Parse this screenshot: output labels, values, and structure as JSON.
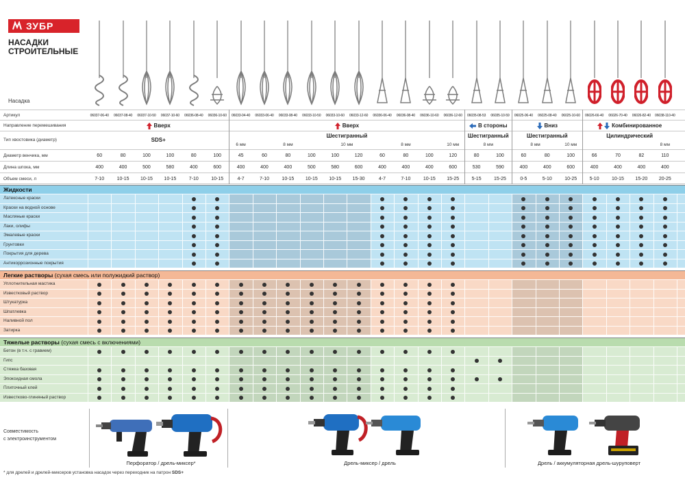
{
  "brand": {
    "name": "ЗУБР",
    "color": "#d8232a"
  },
  "title": {
    "line1": "НАСАДКИ",
    "line2": "СТРОИТЕЛЬНЫЕ"
  },
  "tools_label": "Насадка",
  "spec": {
    "article_label": "Артикул",
    "direction_label": "Направление перемешивания",
    "shank_label": "Тип хвостовика (диаметр)",
    "diameter_label": "Диаметр венчика, мм",
    "length_label": "Длина шпока, мм",
    "volume_label": "Объем смеси, л",
    "articles": [
      "06037-06-40",
      "06037-08-40",
      "06037-10-50",
      "06037-10-60",
      "06036-08-40",
      "06036-10-60",
      "06033-04-40",
      "06033-06-40",
      "06033-08-40",
      "06033-10-50",
      "06033-10-60",
      "06033-12-60",
      "06036-06-40",
      "06036-08-40",
      "06036-10-60",
      "06036-12-60",
      "06035-08-53",
      "06035-10-59",
      "06025-06-40",
      "06025-08-40",
      "06025-10-60",
      "06026-66-40",
      "06026-70-40",
      "06026-82-40",
      "06038-110-40"
    ],
    "diameters": [
      "60",
      "80",
      "100",
      "100",
      "80",
      "100",
      "45",
      "60",
      "80",
      "100",
      "100",
      "120",
      "60",
      "80",
      "100",
      "120",
      "80",
      "100",
      "60",
      "80",
      "100",
      "66",
      "70",
      "82",
      "110"
    ],
    "lengths": [
      "400",
      "400",
      "500",
      "580",
      "400",
      "600",
      "400",
      "400",
      "400",
      "500",
      "580",
      "600",
      "400",
      "400",
      "400",
      "600",
      "530",
      "590",
      "400",
      "400",
      "600",
      "400",
      "400",
      "400",
      "400"
    ],
    "volumes": [
      "7-10",
      "10-15",
      "10-15",
      "10-15",
      "7-10",
      "10-15",
      "4-7",
      "7-10",
      "10-15",
      "10-15",
      "10-15",
      "15-30",
      "4-7",
      "7-10",
      "10-15",
      "15-25",
      "5-15",
      "15-25",
      "0-5",
      "5-10",
      "10-25",
      "5-10",
      "10-15",
      "15-20",
      "20-25"
    ],
    "directions": [
      {
        "label": "Вверх",
        "arrow": "up"
      },
      {
        "label": "Вверх",
        "arrow": "up"
      },
      {
        "label": "В стороны",
        "arrow": "both-sides"
      },
      {
        "label": "Вниз",
        "arrow": "down"
      },
      {
        "label": "Комбинированное",
        "arrow": "up-down"
      }
    ],
    "shanks": [
      "SDS+",
      "Шестигранный",
      "Шестигранный",
      "Шестигранный",
      "Цилиндрический"
    ],
    "shank_subs": [
      "6 мм",
      "8 мм",
      "10 мм",
      "8 мм",
      "10 мм",
      "8 мм",
      "8 мм",
      "10 мм",
      "8 мм"
    ]
  },
  "sections": [
    {
      "title": "Жидкости",
      "subtitle": "",
      "color": "#bfe3f3",
      "head_color": "#8ecfe9",
      "shade_color": "#a9c9da",
      "rows": [
        {
          "label": "Латексные краски",
          "dots": [
            0,
            0,
            0,
            0,
            1,
            1,
            0,
            0,
            0,
            0,
            0,
            0,
            1,
            1,
            1,
            1,
            0,
            0,
            1,
            1,
            1,
            1,
            1,
            1,
            1
          ]
        },
        {
          "label": "Краски на водной основе",
          "dots": [
            0,
            0,
            0,
            0,
            1,
            1,
            0,
            0,
            0,
            0,
            0,
            0,
            1,
            1,
            1,
            1,
            0,
            0,
            1,
            1,
            1,
            1,
            1,
            1,
            1
          ]
        },
        {
          "label": "Масляные краски",
          "dots": [
            0,
            0,
            0,
            0,
            1,
            1,
            0,
            0,
            0,
            0,
            0,
            0,
            1,
            1,
            1,
            1,
            0,
            0,
            1,
            1,
            1,
            1,
            1,
            1,
            1
          ]
        },
        {
          "label": "Лаки, олифы",
          "dots": [
            0,
            0,
            0,
            0,
            1,
            1,
            0,
            0,
            0,
            0,
            0,
            0,
            1,
            1,
            1,
            1,
            0,
            0,
            1,
            1,
            1,
            1,
            1,
            1,
            1
          ]
        },
        {
          "label": "Эмалевые краски",
          "dots": [
            0,
            0,
            0,
            0,
            1,
            1,
            0,
            0,
            0,
            0,
            0,
            0,
            1,
            1,
            1,
            1,
            0,
            0,
            1,
            1,
            1,
            1,
            1,
            1,
            1
          ]
        },
        {
          "label": "Грунтовки",
          "dots": [
            0,
            0,
            0,
            0,
            1,
            1,
            0,
            0,
            0,
            0,
            0,
            0,
            1,
            1,
            1,
            1,
            0,
            0,
            1,
            1,
            1,
            1,
            1,
            1,
            1
          ]
        },
        {
          "label": "Покрытия для дерева",
          "dots": [
            0,
            0,
            0,
            0,
            1,
            1,
            0,
            0,
            0,
            0,
            0,
            0,
            1,
            1,
            1,
            1,
            0,
            0,
            1,
            1,
            1,
            1,
            1,
            1,
            1
          ]
        },
        {
          "label": "Антикоррозионные покрытия",
          "dots": [
            0,
            0,
            0,
            0,
            1,
            1,
            0,
            0,
            0,
            0,
            0,
            0,
            1,
            1,
            1,
            1,
            0,
            0,
            1,
            1,
            1,
            1,
            1,
            1,
            1
          ]
        }
      ]
    },
    {
      "title": "Легкие растворы",
      "subtitle": " (сухая смесь или полужидкий раствор)",
      "color": "#f9d9c6",
      "head_color": "#f4b896",
      "shade_color": "#dcc2b0",
      "rows": [
        {
          "label": "Уплотнительная мастика",
          "dots": [
            1,
            1,
            1,
            1,
            1,
            1,
            1,
            1,
            1,
            1,
            1,
            1,
            1,
            1,
            1,
            1,
            0,
            0,
            0,
            0,
            0,
            0,
            0,
            0,
            0
          ]
        },
        {
          "label": "Известковый раствор",
          "dots": [
            1,
            1,
            1,
            1,
            1,
            1,
            1,
            1,
            1,
            1,
            1,
            1,
            1,
            1,
            1,
            1,
            0,
            0,
            0,
            0,
            0,
            0,
            0,
            0,
            0
          ]
        },
        {
          "label": "Штукатурка",
          "dots": [
            1,
            1,
            1,
            1,
            1,
            1,
            1,
            1,
            1,
            1,
            1,
            1,
            1,
            1,
            1,
            1,
            0,
            0,
            0,
            0,
            0,
            0,
            0,
            0,
            0
          ]
        },
        {
          "label": "Шпатлевка",
          "dots": [
            1,
            1,
            1,
            1,
            1,
            1,
            1,
            1,
            1,
            1,
            1,
            1,
            1,
            1,
            1,
            1,
            0,
            0,
            0,
            0,
            0,
            0,
            0,
            0,
            0
          ]
        },
        {
          "label": "Наливной пол",
          "dots": [
            1,
            1,
            1,
            1,
            1,
            1,
            1,
            1,
            1,
            1,
            1,
            1,
            1,
            1,
            1,
            1,
            0,
            0,
            0,
            0,
            0,
            0,
            0,
            0,
            0
          ]
        },
        {
          "label": "Затирка",
          "dots": [
            1,
            1,
            1,
            1,
            1,
            1,
            1,
            1,
            1,
            1,
            1,
            1,
            1,
            1,
            1,
            1,
            0,
            0,
            0,
            0,
            0,
            0,
            0,
            0,
            0
          ]
        }
      ]
    },
    {
      "title": "Тяжелые растворы",
      "subtitle": " (сухая смесь с включениями)",
      "color": "#d8ebd2",
      "head_color": "#b9dcae",
      "shade_color": "#c2d6bc",
      "rows": [
        {
          "label": "Бетон (в т.ч. с гравием)",
          "dots": [
            1,
            1,
            1,
            1,
            1,
            1,
            1,
            1,
            1,
            1,
            1,
            1,
            1,
            1,
            1,
            1,
            0,
            0,
            0,
            0,
            0,
            0,
            0,
            0,
            0
          ]
        },
        {
          "label": "Гипс",
          "dots": [
            0,
            0,
            0,
            0,
            0,
            0,
            0,
            0,
            0,
            0,
            0,
            0,
            0,
            0,
            0,
            0,
            1,
            1,
            0,
            0,
            0,
            0,
            0,
            0,
            0
          ]
        },
        {
          "label": "Стяжка базовая",
          "dots": [
            1,
            1,
            1,
            1,
            1,
            1,
            1,
            1,
            1,
            1,
            1,
            1,
            1,
            1,
            1,
            1,
            0,
            0,
            0,
            0,
            0,
            0,
            0,
            0,
            0
          ]
        },
        {
          "label": "Эпоксидная смола",
          "dots": [
            1,
            1,
            1,
            1,
            1,
            1,
            1,
            1,
            1,
            1,
            1,
            1,
            1,
            1,
            1,
            1,
            1,
            1,
            0,
            0,
            0,
            0,
            0,
            0,
            0
          ]
        },
        {
          "label": "Плиточный клей",
          "dots": [
            1,
            1,
            1,
            1,
            1,
            1,
            1,
            1,
            1,
            1,
            1,
            1,
            1,
            1,
            1,
            1,
            0,
            0,
            0,
            0,
            0,
            0,
            0,
            0,
            0
          ]
        },
        {
          "label": "Известково-глиняный раствор",
          "dots": [
            1,
            1,
            1,
            1,
            1,
            1,
            1,
            1,
            1,
            1,
            1,
            1,
            1,
            1,
            1,
            1,
            0,
            0,
            0,
            0,
            0,
            0,
            0,
            0,
            0
          ]
        }
      ]
    }
  ],
  "compat": {
    "label_line1": "Совместимость",
    "label_line2": "с электроинструментом",
    "captions": [
      "Перфоратор / дрель-миксер*",
      "Дрель-миксер / дрель",
      "Дрель / аккумуляторная дрель-шуруповерт"
    ]
  },
  "footnote": {
    "text": "* для дрелей и дрелей-миксеров установка насадок через переходник на патрон ",
    "bold": "SDS+"
  }
}
